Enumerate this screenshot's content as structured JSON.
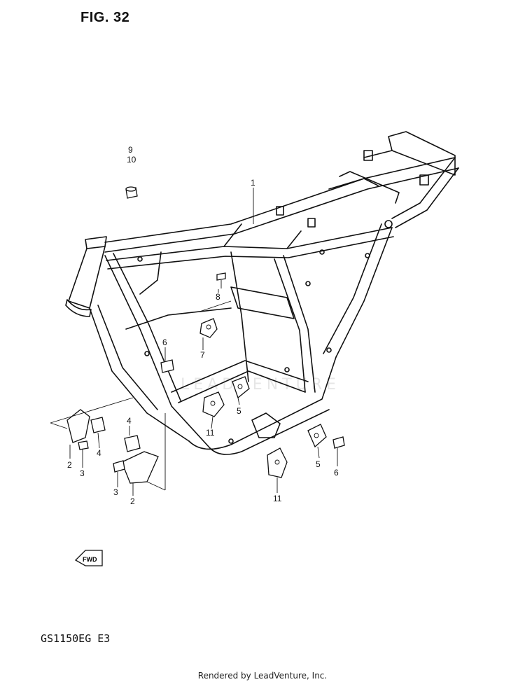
{
  "figure_title": "FIG. 32",
  "model_code": "GS1150EG  E3",
  "footer_text": "Rendered by LeadVenture, Inc.",
  "watermark_text": "LEADVENTURE",
  "fwd_label": "FWD",
  "callouts": [
    {
      "id": "c9",
      "label": "9"
    },
    {
      "id": "c10",
      "label": "10"
    },
    {
      "id": "c1",
      "label": "1"
    },
    {
      "id": "c8",
      "label": "8"
    },
    {
      "id": "c6a",
      "label": "6"
    },
    {
      "id": "c7",
      "label": "7"
    },
    {
      "id": "c5a",
      "label": "5"
    },
    {
      "id": "c11a",
      "label": "11"
    },
    {
      "id": "c4a",
      "label": "4"
    },
    {
      "id": "c2a",
      "label": "2"
    },
    {
      "id": "c3a",
      "label": "3"
    },
    {
      "id": "c4b",
      "label": "4"
    },
    {
      "id": "c3b",
      "label": "3"
    },
    {
      "id": "c2b",
      "label": "2"
    },
    {
      "id": "c11b",
      "label": "11"
    },
    {
      "id": "c5b",
      "label": "5"
    },
    {
      "id": "c6b",
      "label": "6"
    }
  ]
}
